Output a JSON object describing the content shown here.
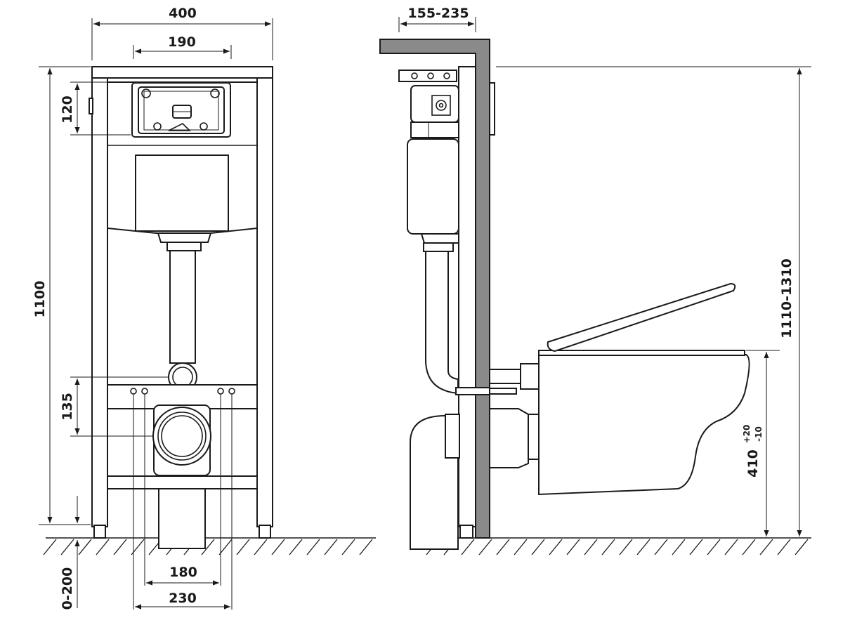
{
  "front_view": {
    "width_label": "400",
    "mount_spacing_label": "190",
    "button_height_label": "120",
    "total_height_label": "1100",
    "inlet_height_label": "135",
    "bolt_spacing_label": "180",
    "outlet_spacing_label": "230",
    "leg_adjust_label": "0-200"
  },
  "side_view": {
    "depth_label": "155-235",
    "overall_height_label": "1110-1310",
    "seat_height_label": "410",
    "seat_tol_plus": "+20",
    "seat_tol_minus": "-10"
  },
  "colors": {
    "line": "#1a1a1a",
    "wall_fill": "#8a8a8a",
    "background": "#ffffff"
  }
}
